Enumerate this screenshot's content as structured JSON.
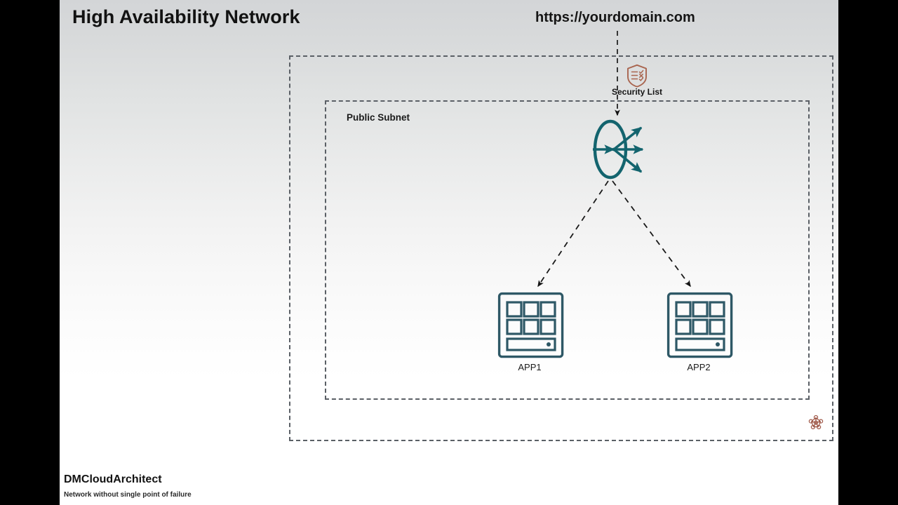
{
  "slide": {
    "title": "High Availability Network",
    "domain_url": "https://yourdomain.com",
    "background_top_color": "#d3d5d7",
    "background_bottom_color": "#ffffff",
    "letterbox_color": "#000000"
  },
  "vcn": {
    "border_color": "#5b6066",
    "border_style": "dashed",
    "corner_icon": "oci-network-mesh-icon",
    "corner_icon_color": "#a05a4a"
  },
  "subnet": {
    "label": "Public Subnet",
    "border_color": "#5b6066",
    "border_style": "dashed"
  },
  "security_list": {
    "label": "Security List",
    "icon": "shield-checklist-icon",
    "icon_color": "#a9654f"
  },
  "load_balancer": {
    "icon": "load-balancer-icon",
    "color": "#13646e",
    "fan_out_count": 3
  },
  "connectors": [
    {
      "name": "internet-to-load-balancer",
      "style": "dashed",
      "color": "#1a1a1a",
      "from": "https://yourdomain.com",
      "to": "load-balancer"
    },
    {
      "name": "load-balancer-to-app1",
      "style": "dashed",
      "color": "#1a1a1a",
      "from": "load-balancer",
      "to": "APP1"
    },
    {
      "name": "load-balancer-to-app2",
      "style": "dashed",
      "color": "#1a1a1a",
      "from": "load-balancer",
      "to": "APP2"
    }
  ],
  "instances": [
    {
      "label": "APP1",
      "icon": "app-server-icon",
      "color": "#2e5866"
    },
    {
      "label": "APP2",
      "icon": "app-server-icon",
      "color": "#2e5866"
    }
  ],
  "footer": {
    "title": "DMCloudArchitect",
    "subtitle": "Network without single point of failure"
  }
}
